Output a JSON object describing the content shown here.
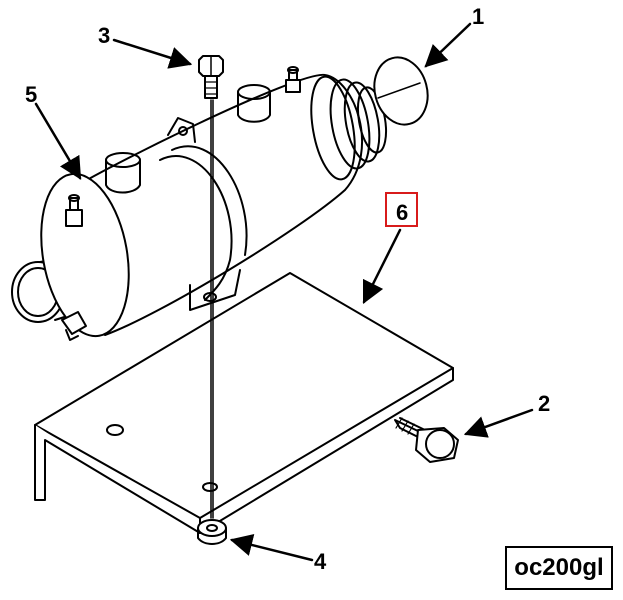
{
  "figure_id": "oc200gl",
  "callouts": {
    "one": "1",
    "two": "2",
    "three": "3",
    "four": "4",
    "five": "5",
    "six": "6"
  },
  "colors": {
    "line": "#000000",
    "background": "#ffffff",
    "highlight": "#d81b1b"
  },
  "highlighted_callout": "6"
}
